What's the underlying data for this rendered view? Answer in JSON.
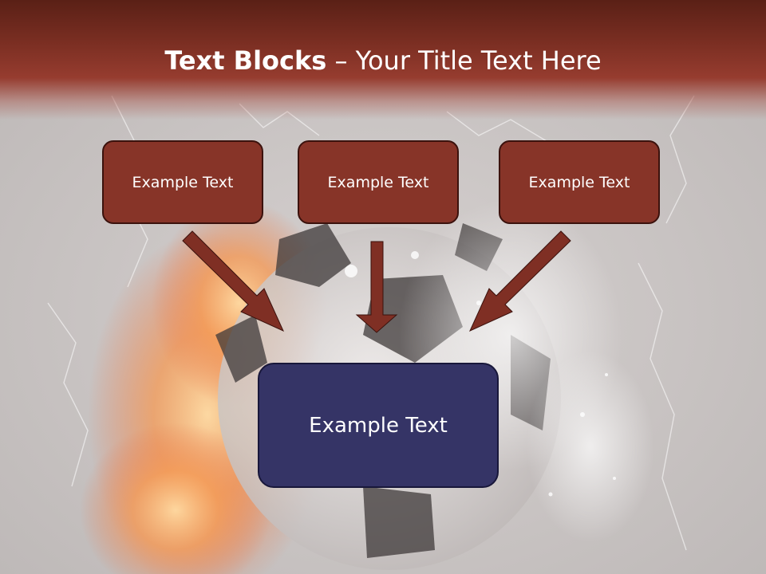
{
  "slide": {
    "title_bold": "Text Blocks",
    "title_dash": " – ",
    "title_rest": "Your Title Text Here",
    "top_blocks": [
      {
        "label": "Example Text"
      },
      {
        "label": "Example Text"
      },
      {
        "label": "Example Text"
      }
    ],
    "bottom_block": {
      "label": "Example Text"
    }
  },
  "colors": {
    "title_bar": "#7a2e22",
    "top_block_fill": "#873428",
    "bottom_block_fill": "#353466",
    "arrow": "#7f2f24",
    "text": "#ffffff"
  },
  "icons": [
    "arrow-down-right-icon",
    "arrow-down-icon",
    "arrow-down-left-icon"
  ]
}
